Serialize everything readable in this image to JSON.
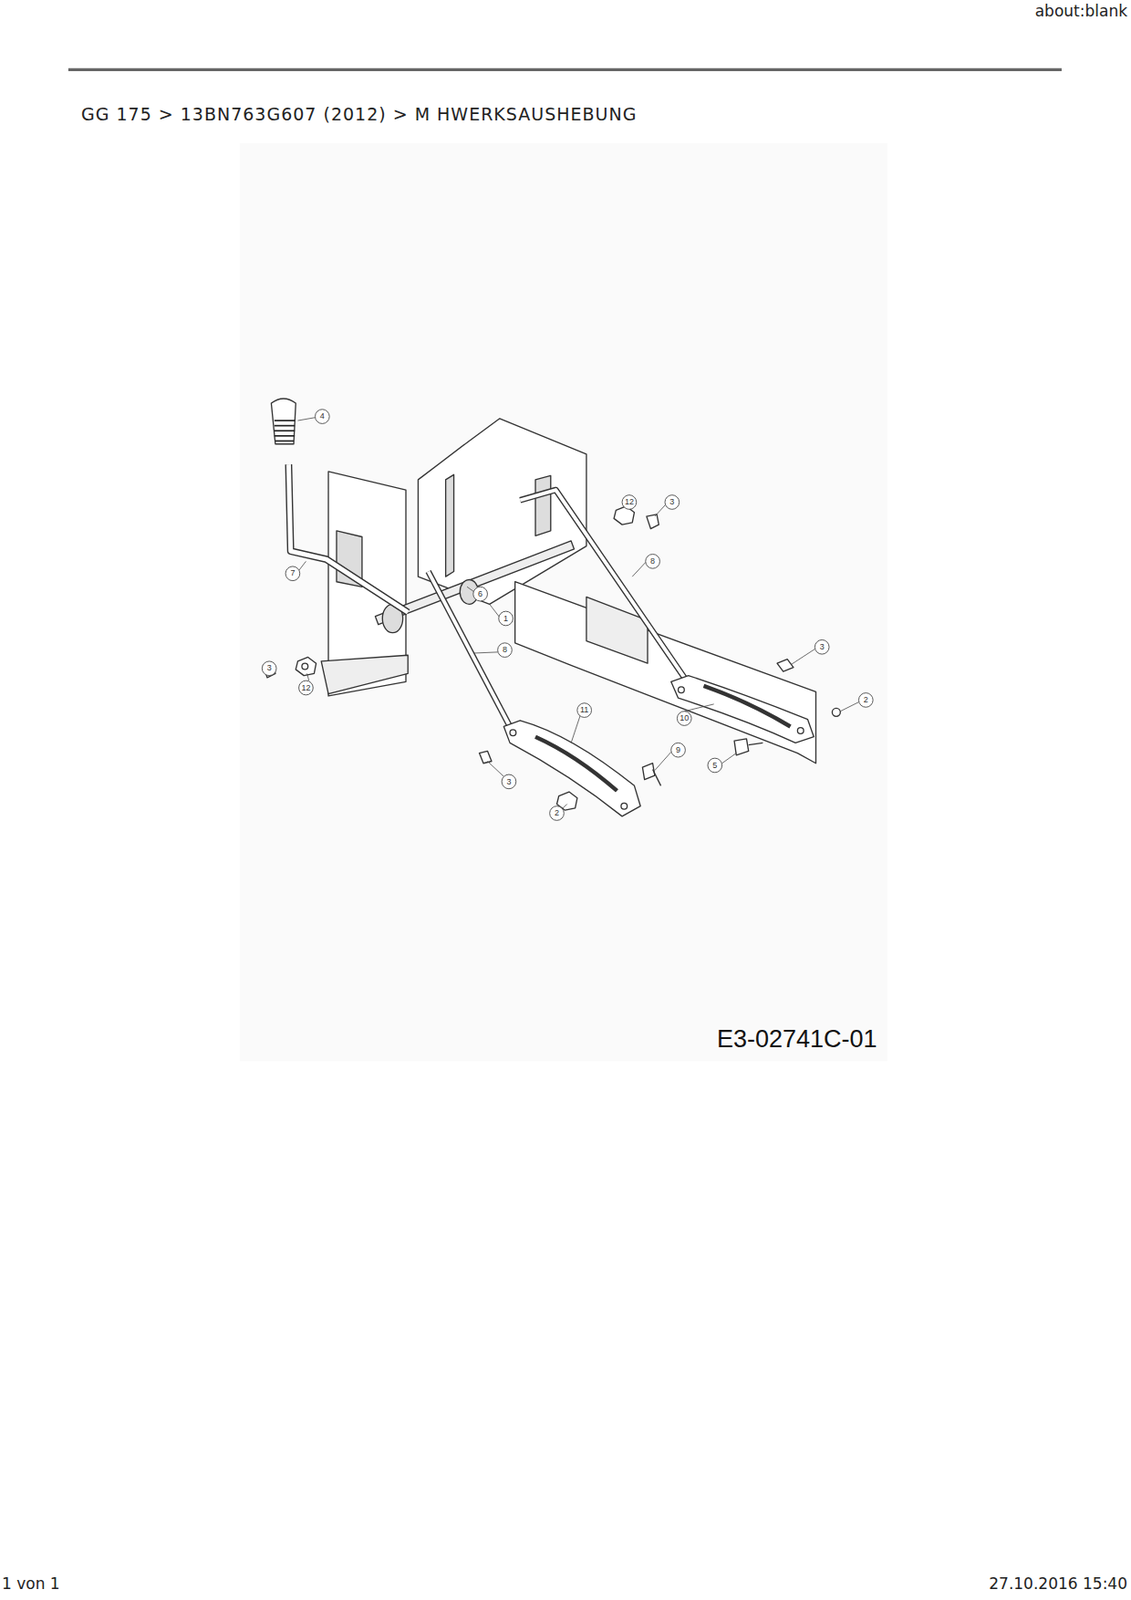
{
  "diagram": {
    "title": "GG 175 > 13BN763G607 (2012) > M HWERKSAUSHEBUNG",
    "caption": "E3-02741C-01",
    "labels": [
      "about:blank",
      "1 von 1",
      "27.10.2016 15:40",
      "4",
      "7",
      "3",
      "12",
      "6",
      "1",
      "8",
      "12",
      "3",
      "8",
      "3",
      "2",
      "10",
      "11",
      "3",
      "9",
      "5",
      "2"
    ]
  }
}
